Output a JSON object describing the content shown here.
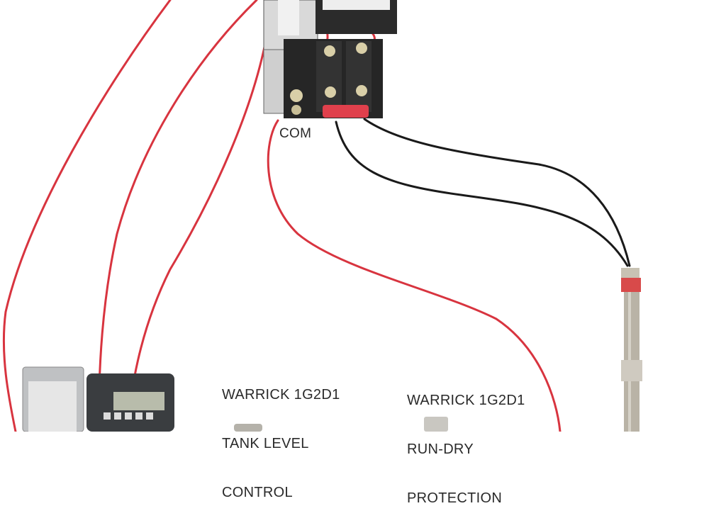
{
  "labels": {
    "com": "COM",
    "tank_level": [
      "WARRICK 1G2D1",
      "TANK LEVEL",
      "CONTROL"
    ],
    "run_dry": [
      "WARRICK 1G2D1",
      "RUN-DRY",
      "PROTECTION"
    ]
  },
  "colors": {
    "red_wire": "#d8343f",
    "black_wire": "#1a1a1a",
    "contactor": "#2b2b2b",
    "pump": "#b9b3a6",
    "background": "#ffffff"
  }
}
